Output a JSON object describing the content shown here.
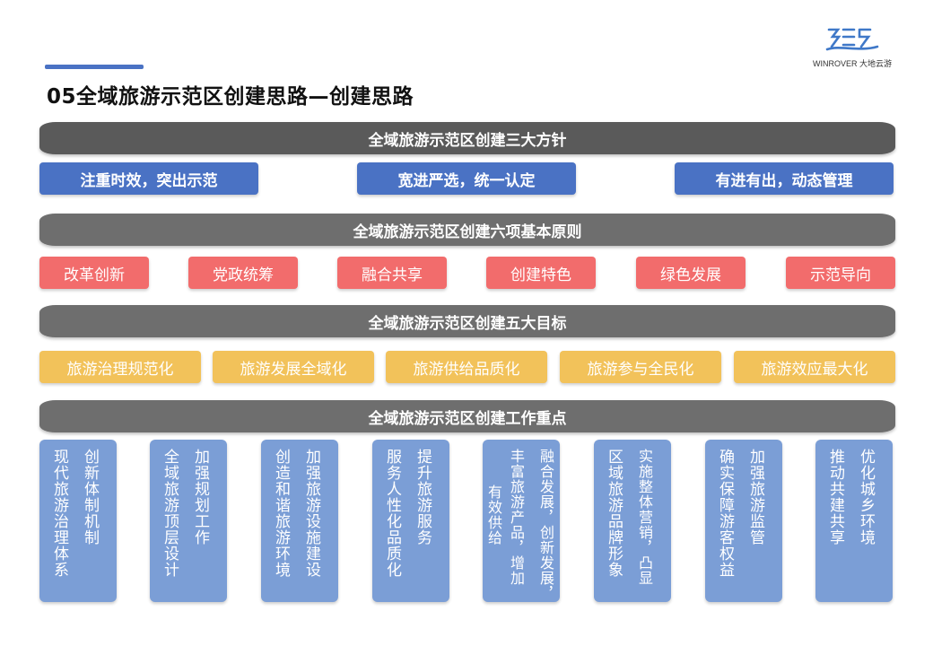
{
  "page": {
    "title": "05全域旅游示范区创建思路—创建思路"
  },
  "logo": {
    "text": "WINROVER 大地云游"
  },
  "sections": {
    "policies": {
      "heading": "全域旅游示范区创建三大方针",
      "items": [
        "注重时效，突出示范",
        "宽进严选，统一认定",
        "有进有出，动态管理"
      ]
    },
    "principles": {
      "heading": "全域旅游示范区创建六项基本原则",
      "items": [
        "改革创新",
        "党政统筹",
        "融合共享",
        "创建特色",
        "绿色发展",
        "示范导向"
      ]
    },
    "goals": {
      "heading": "全域旅游示范区创建五大目标",
      "items": [
        "旅游治理规范化",
        "旅游发展全域化",
        "旅游供给品质化",
        "旅游参与全民化",
        "旅游效应最大化"
      ]
    },
    "tasks": {
      "heading": "全域旅游示范区创建工作重点",
      "cards": [
        {
          "right": "创新体制机制",
          "left": "现代旅游治理体系"
        },
        {
          "right": "加强规划工作",
          "left": "全域旅游顶层设计"
        },
        {
          "right": "加强旅游设施建设",
          "left": "创造和谐旅游环境"
        },
        {
          "right": "提升旅游服务",
          "left": "服务人性化品质化"
        },
        {
          "right": "融合发展，创新发展，",
          "left": "丰富旅游产品，增加",
          "extra": "有效供给"
        },
        {
          "right": "实施整体营销，凸显",
          "left": "区域旅游品牌形象"
        },
        {
          "right": "加强旅游监管",
          "left": "确实保障游客权益"
        },
        {
          "right": "优化城乡环境",
          "left": "推动共建共享"
        }
      ]
    }
  },
  "colors": {
    "band": "#6e6e6e",
    "blue": "#4a72c4",
    "red": "#f26c6c",
    "yellow": "#f2c25a",
    "card": "#7b9ed6",
    "accent": "#4a72c4"
  }
}
